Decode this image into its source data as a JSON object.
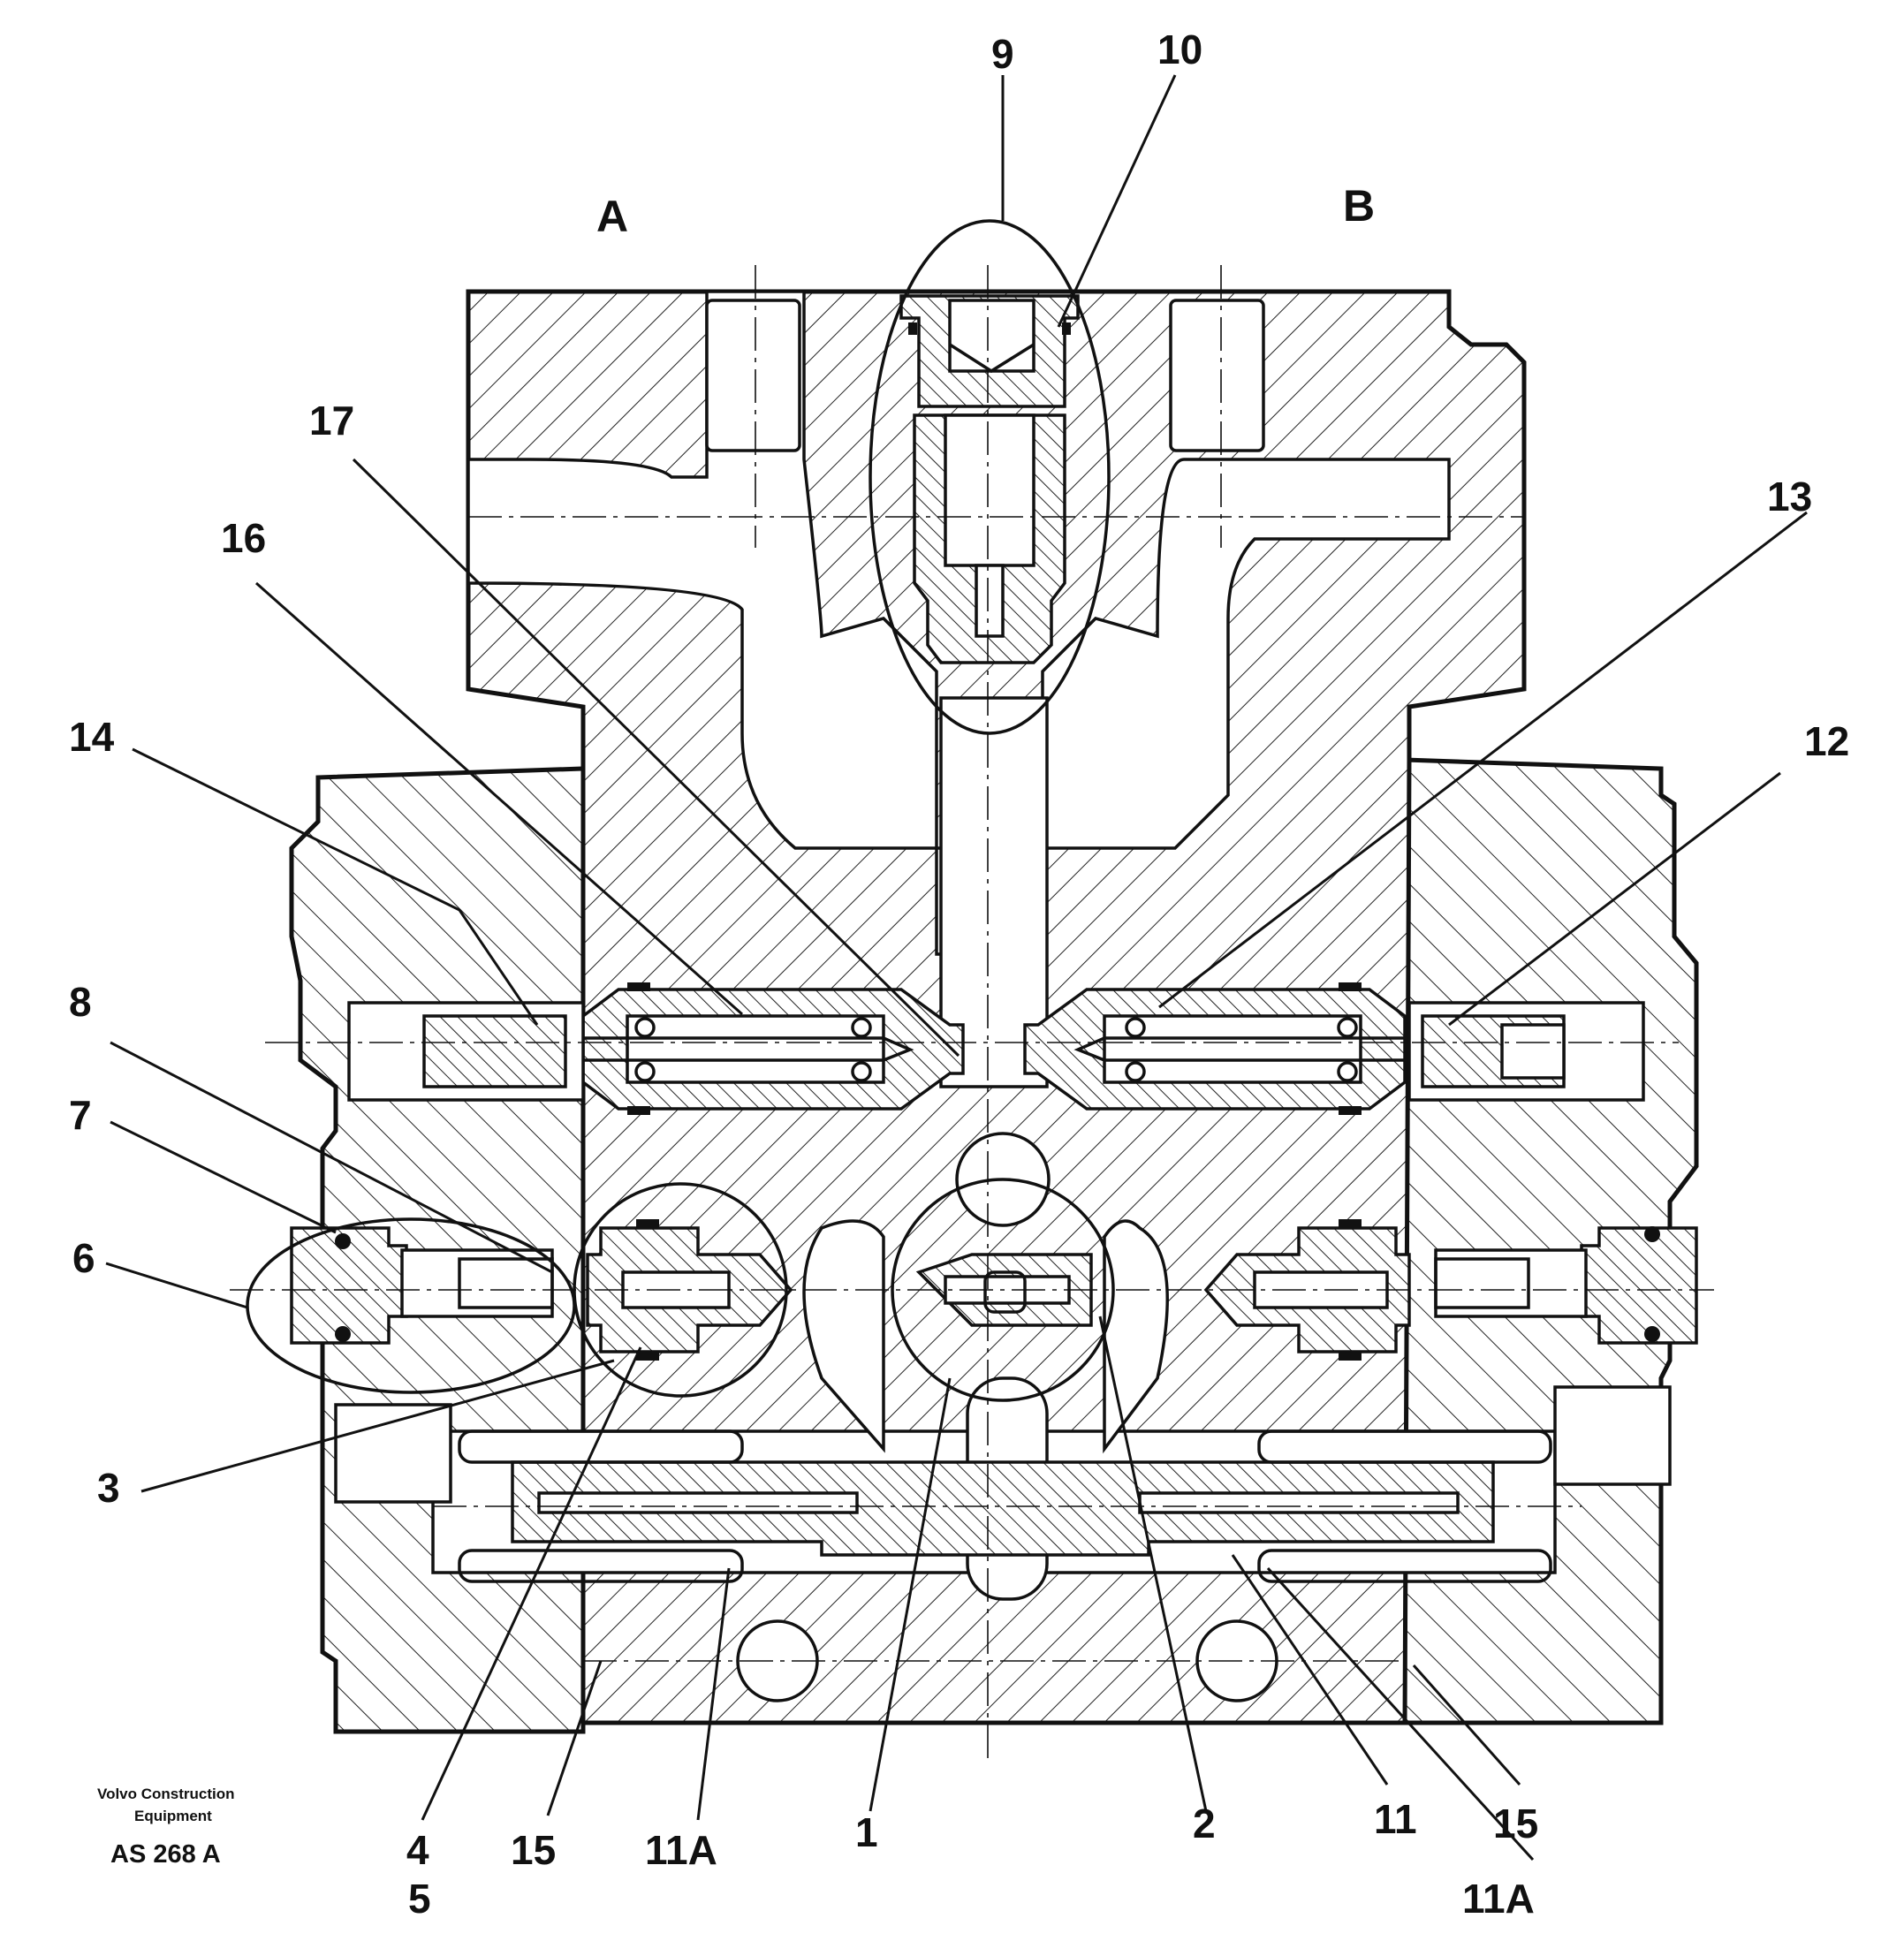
{
  "ports": {
    "a": "A",
    "b": "B"
  },
  "callouts": {
    "c1": "1",
    "c2": "2",
    "c3": "3",
    "c4": "4",
    "c5": "5",
    "c6": "6",
    "c7": "7",
    "c8": "8",
    "c9": "9",
    "c10": "10",
    "c11": "11",
    "c11a_left": "11A",
    "c11a_right": "11A",
    "c12": "12",
    "c13": "13",
    "c14": "14",
    "c15_left": "15",
    "c15_right": "15",
    "c16": "16",
    "c17": "17"
  },
  "credit": {
    "line1": "Volvo Construction",
    "line2": "Equipment",
    "code": "AS 268 A"
  }
}
